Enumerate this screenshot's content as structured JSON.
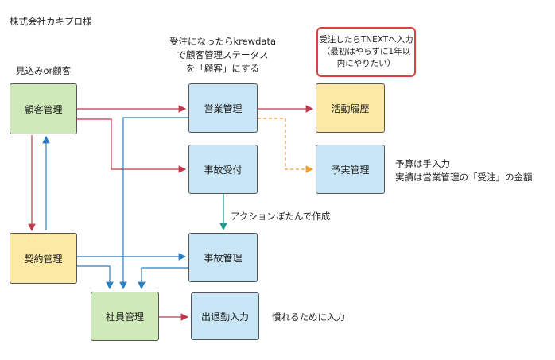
{
  "header": {
    "title": "株式会社カキプロ様"
  },
  "labels": {
    "prospect": "見込みor顧客",
    "top_note": [
      "受注になったらkrewdata",
      "で顧客管理ステータス",
      "を「顧客」にする"
    ],
    "budget": [
      "予算は手入力",
      "実績は営業管理の「受注」の金額"
    ],
    "action": "アクションぼたんで作成",
    "attendance": "慣れるために入力"
  },
  "callout": {
    "lines": [
      "受注したらTNEXTへ入力",
      "（最初はやらずに1年以",
      "内にやりたい）"
    ]
  },
  "nodes": {
    "customer": "顧客管理",
    "sales": "営業管理",
    "activity": "活動履歴",
    "accident_reception": "事故受付",
    "budget_actual": "予実管理",
    "contract": "契約管理",
    "accident": "事故管理",
    "employee": "社員管理",
    "attendance": "出退勤入力"
  },
  "colors": {
    "red_edge": "#c0364a",
    "blue_edge": "#2a7fc1",
    "teal_edge": "#1d9a8a",
    "orange_edge": "#f0a030"
  }
}
